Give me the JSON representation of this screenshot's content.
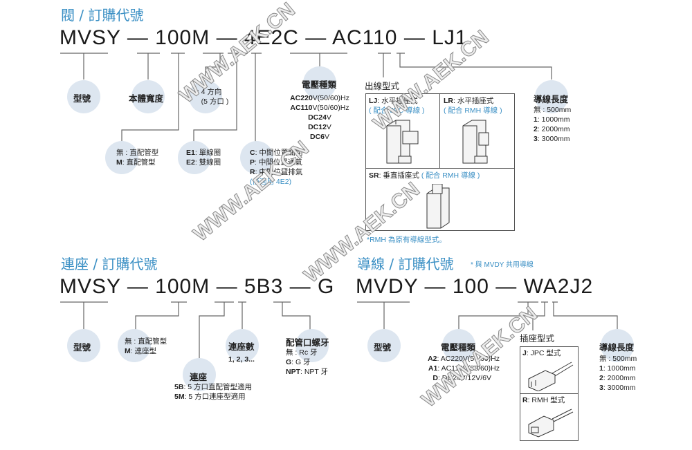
{
  "valve": {
    "title": "閥 / 訂購代號",
    "code": {
      "p1": "MVSY",
      "p2": "100M",
      "p3": "4E2C",
      "p4": "AC110",
      "p5": "LJ1",
      "dash": "—"
    },
    "model_label": "型號",
    "body_width_label": "本體寬度",
    "position": {
      "key": "4",
      "text": ": 4 方向",
      "sub": "(5 方口 )"
    },
    "mount": {
      "none_key": "無",
      "none_text": " : 直配管型",
      "m_key": "M",
      "m_text": ": 直配管型"
    },
    "coil": {
      "e1_key": "E1",
      "e1_text": ": 單線圈",
      "e2_key": "E2",
      "e2_text": ": 雙線圈"
    },
    "center": {
      "c_key": "C",
      "c_text": ": 中間位置關閉",
      "p_key": "P",
      "p_text": ": 中間位置通氣",
      "r_key": "R",
      "r_text": ": 中間位置排氣",
      "note": "(僅適用 4E2)"
    },
    "voltage": {
      "label": "電壓種類",
      "items": [
        {
          "key": "AC220",
          "text": "V(50/60)Hz"
        },
        {
          "key": "AC110",
          "text": "V(50/60)Hz"
        },
        {
          "key": "DC24",
          "text": "V"
        },
        {
          "key": "DC12",
          "text": "V"
        },
        {
          "key": "DC6",
          "text": "V"
        }
      ]
    },
    "outlet": {
      "label": "出線型式",
      "lj": {
        "key": "LJ",
        "text": ": 水平插座式",
        "sub": "( 配合 JPC 導線 )"
      },
      "lr": {
        "key": "LR",
        "text": ": 水平插座式",
        "sub": "( 配合 RMH 導線 )"
      },
      "sr": {
        "key": "SR",
        "text": ": 垂直插座式 ",
        "sub": "( 配合 RMH 導線 )"
      },
      "note": "*RMH 為原有導線型式。"
    },
    "wire_length": {
      "label": "導線長度",
      "items": [
        {
          "key": "無",
          "text": " : 500mm"
        },
        {
          "key": "1",
          "text": ": 1000mm"
        },
        {
          "key": "2",
          "text": ": 2000mm"
        },
        {
          "key": "3",
          "text": ": 3000mm"
        }
      ]
    }
  },
  "manifold": {
    "title": "連座 / 訂購代號",
    "code": {
      "p1": "MVSY",
      "p2": "100M",
      "p3": "5B3",
      "p4": "G",
      "dash": "—"
    },
    "model_label": "型號",
    "type": {
      "none_key": "無",
      "none_text": " : 直配管型",
      "m_key": "M",
      "m_text": ": 連座型"
    },
    "base": {
      "label": "連座",
      "b_key": "5B",
      "b_text": ": 5 方口直配管型適用",
      "m_key": "5M",
      "m_text": ": 5 方口連座型適用"
    },
    "count": {
      "label": "連座數",
      "values": "1, 2, 3..."
    },
    "thread": {
      "label": "配管口螺牙",
      "none_key": "無",
      "none_text": " : Rc 牙",
      "g_key": "G",
      "g_text": ": G 牙",
      "npt_key": "NPT",
      "npt_text": ": NPT 牙"
    }
  },
  "wire": {
    "title": "導線 / 訂購代號",
    "note": "* 與 MVDY 共用導線",
    "code": {
      "p1": "MVDY",
      "p2": "100",
      "p3": "WA2J2",
      "dash": "—"
    },
    "model_label": "型號",
    "voltage": {
      "label": "電壓種類",
      "a2_key": "A2",
      "a2_text": ": AC220V(50/60)Hz",
      "a1_key": "A1",
      "a1_text": ": AC110V(50/60)Hz",
      "d_key": "D",
      "d_text": ": DC24V/12V/6V"
    },
    "socket": {
      "label": "插座型式",
      "j_key": "J",
      "j_text": ": JPC 型式",
      "r_key": "R",
      "r_text": ": RMH 型式"
    },
    "wire_length": {
      "label": "導線長度",
      "items": [
        {
          "key": "無",
          "text": " : 500mm"
        },
        {
          "key": "1",
          "text": ": 1000mm"
        },
        {
          "key": "2",
          "text": ": 2000mm"
        },
        {
          "key": "3",
          "text": ": 3000mm"
        }
      ]
    }
  },
  "watermark": "WWW.AEK.CN",
  "colors": {
    "accent": "#3a8fc4",
    "circle": "#dde6f0",
    "line": "#555555"
  }
}
